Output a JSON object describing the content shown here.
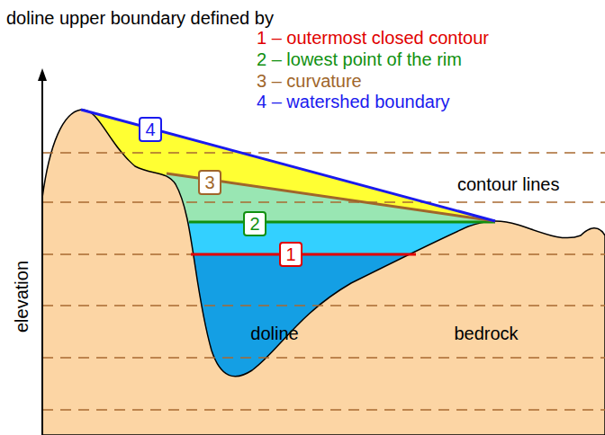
{
  "diagram": {
    "title": "doline upper boundary defined by",
    "nodes": [
      {
        "text": [
          "4"
        ]
      },
      {
        "text": [
          "3"
        ]
      },
      {
        "text": [
          "2"
        ]
      },
      {
        "text": [
          "1"
        ]
      }
    ],
    "labels": [
      "1 – outermost closed contour",
      "2 – lowest point of the rim",
      "3 – curvature",
      "4 – watershed boundary",
      "contour lines",
      "elevation",
      "doline",
      "bedrock"
    ]
  }
}
